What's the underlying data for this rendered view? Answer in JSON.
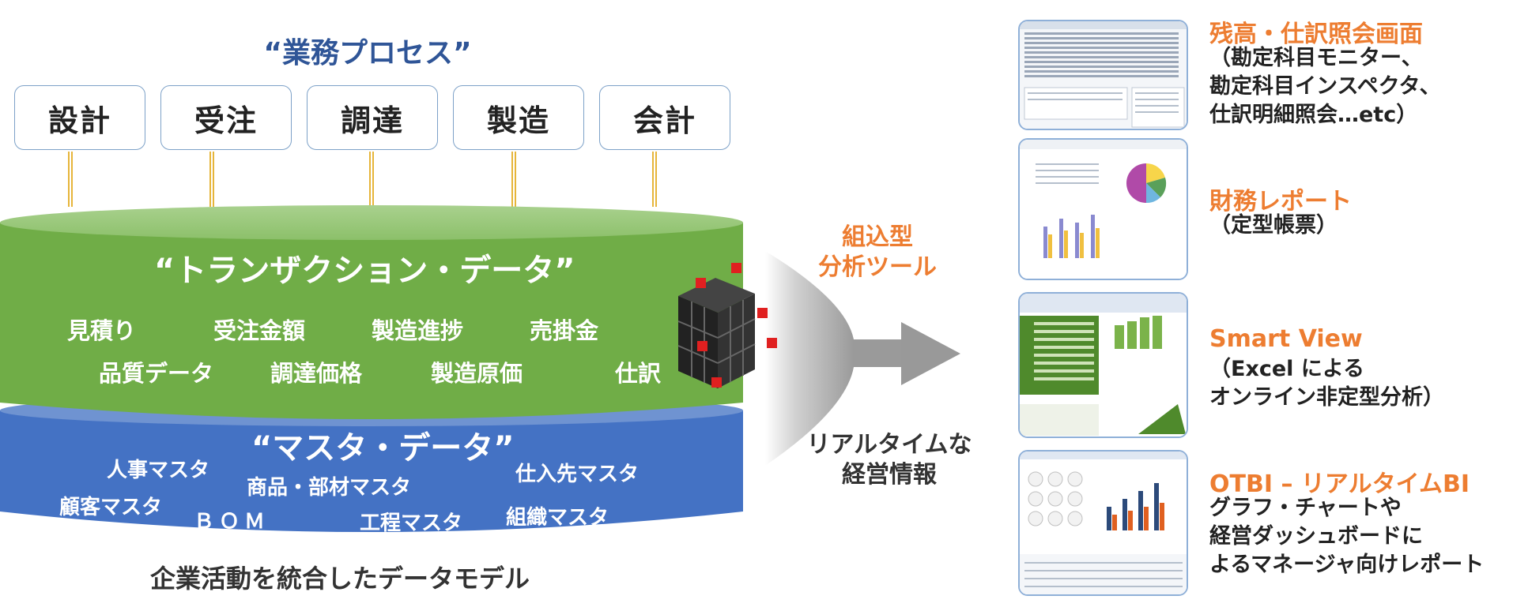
{
  "process": {
    "title": "“業務プロセス”",
    "boxes": [
      "設計",
      "受注",
      "調達",
      "製造",
      "会計"
    ]
  },
  "transaction": {
    "title": "“トランザクション・データ”",
    "items": [
      "見積り",
      "受注金額",
      "製造進捗",
      "売掛金",
      "品質データ",
      "調達価格",
      "製造原価",
      "仕訳"
    ]
  },
  "master": {
    "title": "“マスタ・データ”",
    "items": [
      "人事マスタ",
      "商品・部材マスタ",
      "仕入先マスタ",
      "顧客マスタ",
      "ＢＯＭ",
      "工程マスタ",
      "組織マスタ"
    ]
  },
  "footer": "企業活動を統合したデータモデル",
  "center": {
    "tool_line1": "組込型",
    "tool_line2": "分析ツール",
    "info_line1": "リアルタイムな",
    "info_line2": "経営情報"
  },
  "outputs": [
    {
      "title": "残高・仕訳照会画面",
      "lines": [
        "（勘定科目モニター、",
        "勘定科目インスペクタ、",
        "仕訳明細照会…etc）"
      ]
    },
    {
      "title": "財務レポート",
      "lines": [
        "（定型帳票）"
      ]
    },
    {
      "title": "Smart View",
      "lines": [
        "（Excel による",
        "オンライン非定型分析）"
      ]
    },
    {
      "title": "OTBI – リアルタイムBI",
      "lines": [
        "グラフ・チャートや",
        "経営ダッシュボードに",
        "よるマネージャ向けレポート"
      ]
    }
  ],
  "colors": {
    "title_blue": "#2f5597",
    "green": "#70ad47",
    "blue": "#4472c4",
    "orange": "#ed7d31",
    "connector": "#e6b53a"
  }
}
